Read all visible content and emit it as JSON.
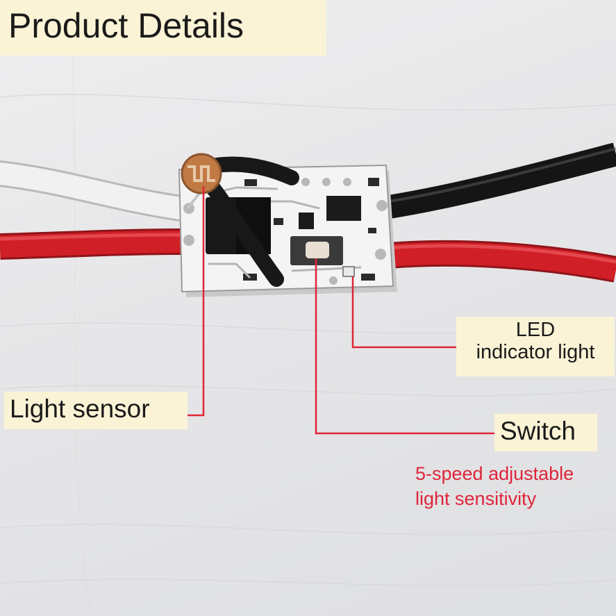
{
  "title": "Product Details",
  "labels": {
    "led_line1": "LED",
    "led_line2": "indicator light",
    "light_sensor": "Light sensor",
    "switch": "Switch"
  },
  "note": {
    "line1": "5-speed adjustable",
    "line2": "light sensitivity"
  },
  "colors": {
    "label_background": "#fbf3d6",
    "callout_line": "#e0243a",
    "note_text": "#e0243a",
    "red_wire": "#d01f26",
    "black_wire": "#151515",
    "white_wire": "#f1f1f1",
    "board": "#f4f4f4"
  }
}
